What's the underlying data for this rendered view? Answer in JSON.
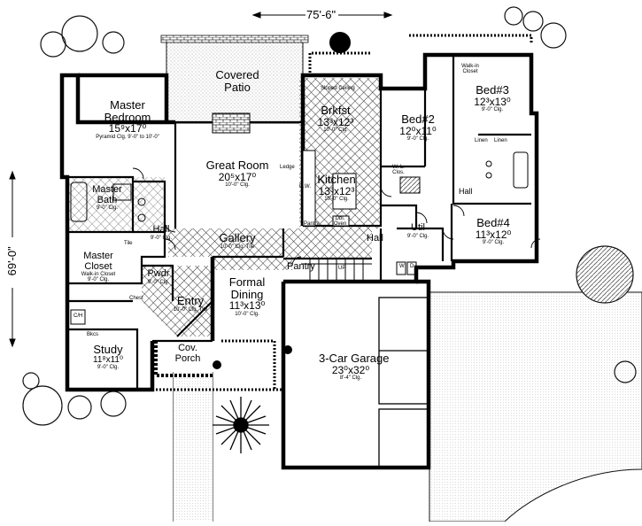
{
  "dimensions": {
    "width": "75'-6\"",
    "depth": "69'-0\""
  },
  "rooms": {
    "covered_patio": {
      "name": "Covered Patio"
    },
    "master_bedroom": {
      "name": "Master Bedroom",
      "size": "15⁹x17⁰",
      "ceiling": "Pyramid Clg. 9'-0\" to 10'-0\""
    },
    "great_room": {
      "name": "Great Room",
      "size": "20⁵x17⁰",
      "ceiling": "10'-0\" Clg."
    },
    "brkfst": {
      "name": "Brkfst",
      "size": "13³x12³",
      "ceiling": "10'-0\" Clg.",
      "note": "Sloped Ceiling"
    },
    "kitchen": {
      "name": "Kitchen",
      "size": "13³x12³",
      "ceiling": "10'-0\" Clg."
    },
    "bed2": {
      "name": "Bed#2",
      "size": "12⁰x11⁰",
      "ceiling": "9'-0\" Clg."
    },
    "bed3": {
      "name": "Bed#3",
      "size": "12³x13⁰",
      "ceiling": "9'-0\" Clg."
    },
    "bed4": {
      "name": "Bed#4",
      "size": "11³x12⁰",
      "ceiling": "9'-0\" Clg."
    },
    "master_bath": {
      "name": "Master Bath",
      "ceiling": "9'-0\" Clg."
    },
    "master_closet": {
      "name": "Master Closet",
      "note": "Walk-in Closet",
      "ceiling": "9'-0\" Clg."
    },
    "hall_left": {
      "name": "Hall",
      "ceiling": "9'-0\" Clg."
    },
    "gallery": {
      "name": "Gallery",
      "ceiling": "10'-0\" Clg. Tile"
    },
    "pwdr": {
      "name": "Pwdr",
      "ceiling": "9'-0\" Clg."
    },
    "entry": {
      "name": "Entry",
      "ceiling": "10'-0\" Clg. Tile"
    },
    "formal_dining": {
      "name": "Formal Dining",
      "size": "11³x13⁰",
      "ceiling": "10'-0\" Clg."
    },
    "study": {
      "name": "Study",
      "size": "11⁸x11⁰",
      "ceiling": "9'-0\" Clg."
    },
    "cov_porch": {
      "name": "Cov. Porch"
    },
    "pantry": {
      "name": "Pantry"
    },
    "hall_right": {
      "name": "Hall"
    },
    "utility": {
      "name": "Util",
      "ceiling": "9'-0\" Clg."
    },
    "garage": {
      "name": "3-Car Garage",
      "size": "23⁰x32⁰",
      "ceiling": "8'-4\" Clg."
    }
  },
  "notes": {
    "walkin_closet": "Walk-in Closet",
    "bookcases": "Bkcs",
    "linen": "Linen",
    "linen2": "Linen",
    "wl_clos": "W. L. Clos.",
    "ledge": "Ledge",
    "dw": "D.W.",
    "pantry_small": "Pantry",
    "dbl_oven": "Dbl. Oven",
    "up": "UP",
    "washer": "W",
    "dryer": "D",
    "cbh": "C/H",
    "tile": "Tile",
    "hall_b": "Hall",
    "chest": "Chest"
  }
}
